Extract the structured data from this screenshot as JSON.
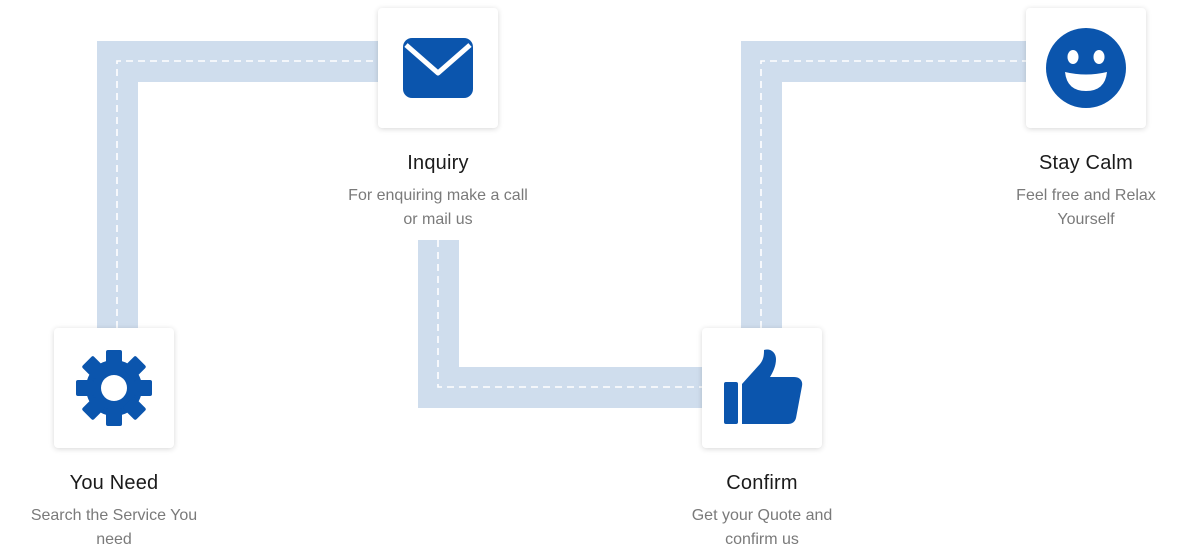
{
  "colors": {
    "accent": "#0b55ad",
    "path_band": "#cfdded",
    "path_dash": "#ffffff",
    "title": "#1b1b1b",
    "description": "#7a7a7a"
  },
  "steps": [
    {
      "icon": "gear-icon",
      "title": "You Need",
      "description": "Search the Service You need"
    },
    {
      "icon": "envelope-icon",
      "title": "Inquiry",
      "description": "For enquiring make a call or mail us"
    },
    {
      "icon": "thumbs-up-icon",
      "title": "Confirm",
      "description": "Get your Quote and confirm us"
    },
    {
      "icon": "smiley-icon",
      "title": "Stay Calm",
      "description": "Feel free and Relax Yourself"
    }
  ]
}
